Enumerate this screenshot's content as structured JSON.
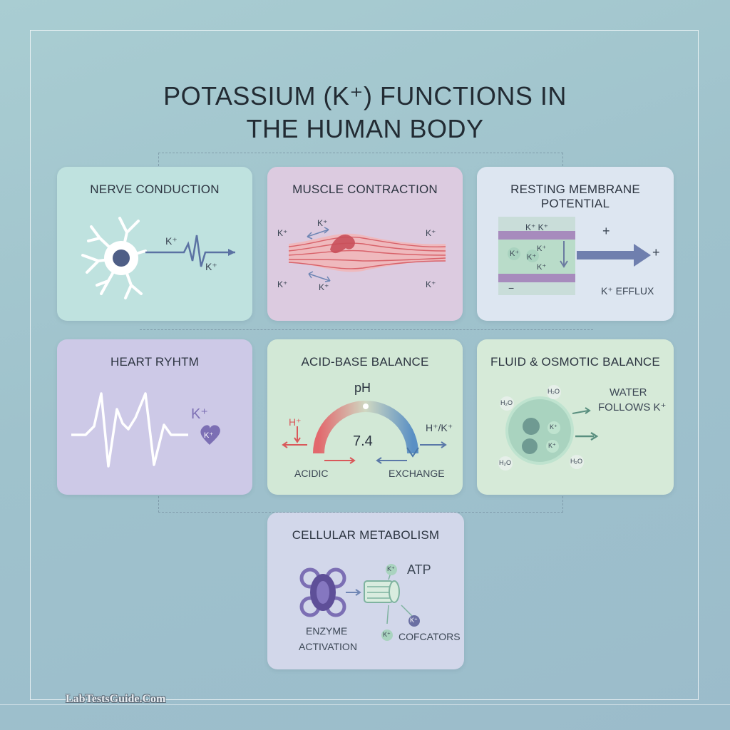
{
  "title_line1": "POTASSIUM (K⁺) FUNCTIONS IN",
  "title_line2": "THE HUMAN BODY",
  "watermark": "LabTestsGuide.Com",
  "cards": [
    {
      "title": "NERVE CONDUCTION",
      "labels": [
        "K⁺",
        "K⁺"
      ]
    },
    {
      "title": "MUSCLE CONTRACTION",
      "labels": [
        "K⁺",
        "K⁺",
        "K⁺",
        "K⁺",
        "K⁺",
        "K⁺"
      ]
    },
    {
      "title": "RESTING MEMBRANE POTENTIAL",
      "labels": [
        "K⁺ K⁺",
        "K⁺",
        "K⁺",
        "K⁺",
        "K⁺",
        "−",
        "+",
        "+",
        "K⁺ EFFLUX"
      ]
    },
    {
      "title": "HEART RYHTM",
      "labels": [
        "K⁺",
        "K⁺"
      ]
    },
    {
      "title": "ACID-BASE BALANCE",
      "labels": [
        "pH",
        "H⁺",
        "7.4",
        "H⁺/K⁺",
        "ACIDIC",
        "EXCHANGE"
      ]
    },
    {
      "title": "FLUID & OSMOTIC BALANCE",
      "labels": [
        "WATER",
        "FOLLOWS K⁺",
        "H₂O",
        "H₂O",
        "H₂O",
        "H₂O",
        "K⁺",
        "K⁺"
      ]
    },
    {
      "title": "CELLULAR METABOLISM",
      "labels": [
        "ATP",
        "ENZYME",
        "ACTIVATION",
        "COFCATORS",
        "K⁺",
        "K⁺",
        "K⁺"
      ]
    }
  ],
  "colors": {
    "background": "#a9cdd2",
    "nerve_card": "#bfe2df",
    "muscle_card": "#dccbe0",
    "membrane_card": "#dde6f1",
    "heart_card": "#cdc9e7",
    "acid_card": "#d2e8d6",
    "fluid_card": "#d6ead8",
    "metabolism_card": "#d2d7ea",
    "arrow_blue": "#6f86b4",
    "red": "#d9585a",
    "purple": "#7c6fb4"
  }
}
